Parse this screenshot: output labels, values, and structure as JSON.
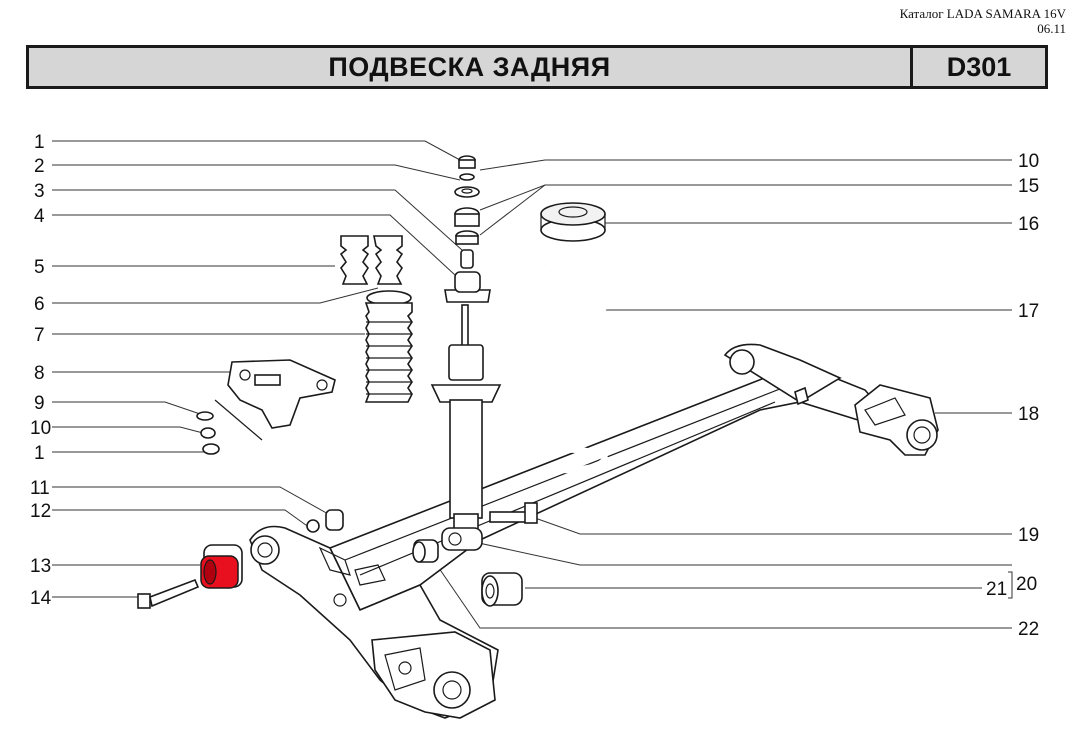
{
  "catalog": {
    "line1": "Каталог LADA SAMARA 16V",
    "line2": "06.11"
  },
  "header": {
    "title": "ПОДВЕСКА ЗАДНЯЯ",
    "code": "D301"
  },
  "callouts_left": [
    "1",
    "2",
    "3",
    "4",
    "5",
    "6",
    "7",
    "8",
    "9",
    "10",
    "1",
    "11",
    "12",
    "13",
    "14"
  ],
  "callouts_right": [
    "10",
    "15",
    "16",
    "17",
    "18",
    "19",
    "21",
    "20",
    "22"
  ],
  "colors": {
    "highlight": "#e8101e",
    "header_bg": "#d6d6d6"
  }
}
